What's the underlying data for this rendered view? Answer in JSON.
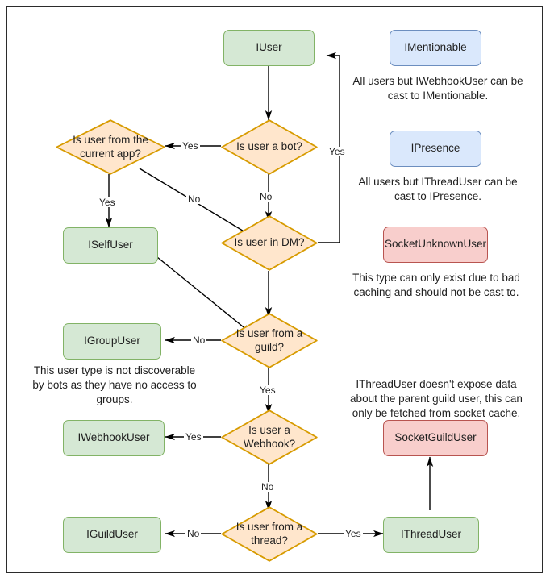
{
  "diagram": {
    "title": "Discord.Net user type resolution flowchart",
    "colors": {
      "green_fill": "#d5e8d4",
      "green_stroke": "#82b366",
      "blue_fill": "#dae8fc",
      "blue_stroke": "#6c8ebf",
      "red_fill": "#f8cecc",
      "red_stroke": "#b85450",
      "orange_fill": "#ffe6cc",
      "orange_stroke": "#d79b00",
      "edge": "#000000",
      "frame": "#2b2b2b"
    },
    "nodes": {
      "iuser": "IUser",
      "is_bot": "Is user a bot?",
      "is_current_app": "Is user from the current app?",
      "is_dm": "Is user in DM?",
      "iselfuser": "ISelfUser",
      "is_guild": "Is user from a guild?",
      "igroupuser": "IGroupUser",
      "is_webhook": "Is user a Webhook?",
      "iwebhookuser": "IWebhookUser",
      "is_thread": "Is user from a thread?",
      "iguilduser": "IGuildUser",
      "ithreaduser": "IThreadUser",
      "imentionable": "IMentionable",
      "ipresence": "IPresence",
      "socketunknownuser": "SocketUnknownUser",
      "socketguilduser": "SocketGuildUser"
    },
    "captions": {
      "mentionable_note": "All users but IWebhookUser can be cast to IMentionable.",
      "presence_note": "All users but IThreadUser can be cast to IPresence.",
      "unknown_note": "This type can only exist due to bad caching and should not be cast to.",
      "group_note": "This user type is not discoverable by bots as they have no access to groups.",
      "thread_note": "IThreadUser doesn't expose data about the parent guild user, this can only be fetched from socket cache."
    },
    "edge_labels": {
      "bot_yes": "Yes",
      "dm_yes": "Yes",
      "bot_no": "No",
      "app_yes": "Yes",
      "app_no": "No",
      "guild_no": "No",
      "guild_yes": "Yes",
      "webhook_yes": "Yes",
      "webhook_no": "No",
      "thread_no": "No",
      "thread_yes": "Yes"
    }
  }
}
